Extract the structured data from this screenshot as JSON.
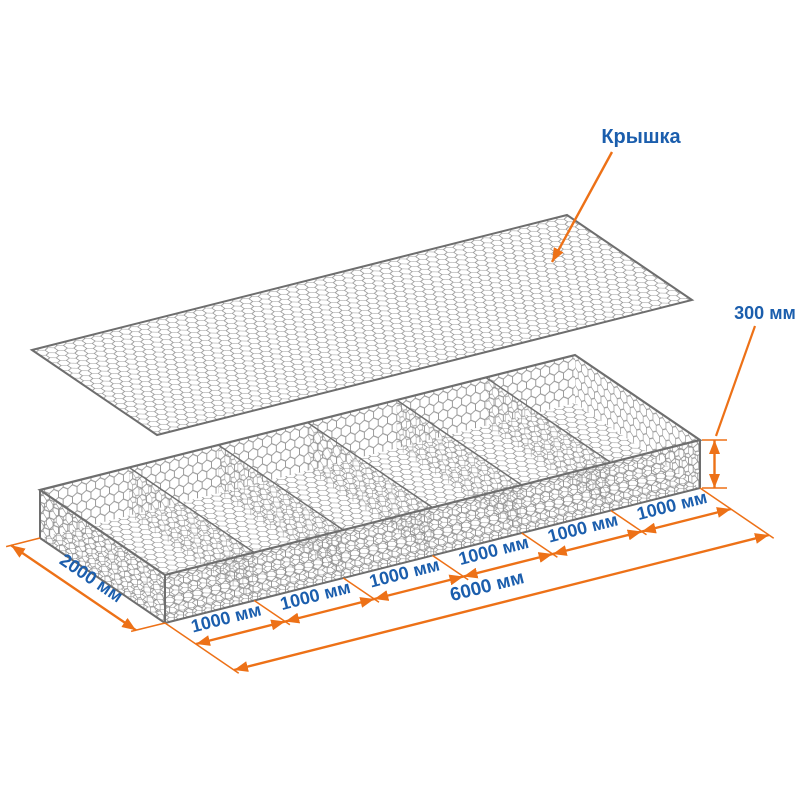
{
  "title_label": "Крышка",
  "dimensions": {
    "height": "300 мм",
    "depth": "2000 мм",
    "total_length": "6000 мм",
    "segments": [
      "1000 мм",
      "1000 мм",
      "1000 мм",
      "1000 мм",
      "1000 мм",
      "1000 мм"
    ]
  },
  "structure": {
    "cells_count": 6,
    "parts": [
      "lid",
      "mesh-box",
      "dividers"
    ]
  },
  "colors": {
    "dimension_orange": "#ED7117",
    "label_blue": "#1B5EAD",
    "mesh_gray": "#8F8F8F",
    "frame_gray": "#6E6E6E",
    "background": "#FFFFFF"
  }
}
